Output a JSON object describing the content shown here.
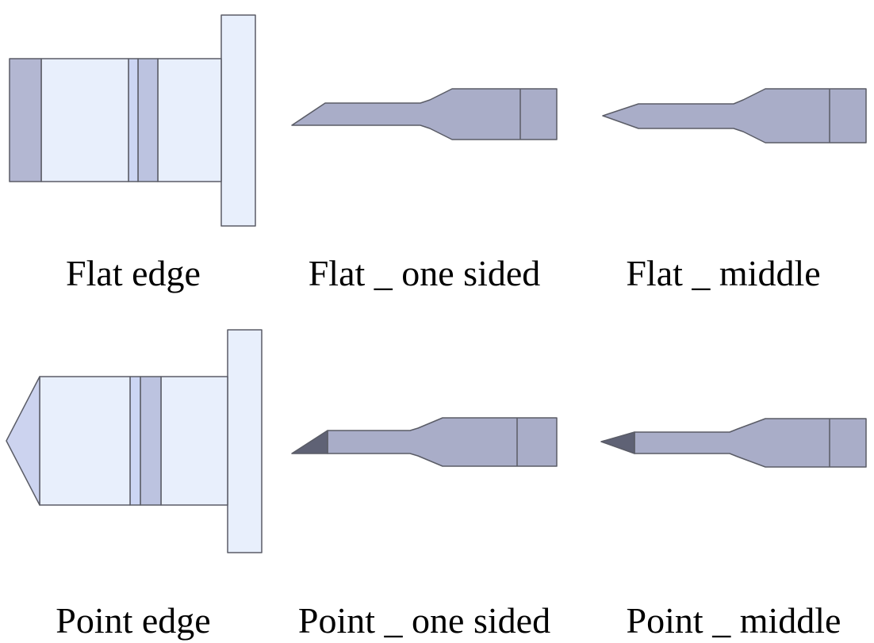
{
  "labels": {
    "flat_edge": "Flat edge",
    "flat_one_sided": "Flat _ one sided",
    "flat_middle": "Flat _ middle",
    "point_edge": "Point edge",
    "point_one_sided": "Point _ one sided",
    "point_middle": "Point _ middle"
  },
  "colors": {
    "light_body": "#e8effc",
    "dark_band": "#b3b7d2",
    "mid_band": "#bcc3e0",
    "thin_band": "#ccd5f3",
    "blade": "#a9adc8",
    "blade_tip": "#5f6275"
  }
}
